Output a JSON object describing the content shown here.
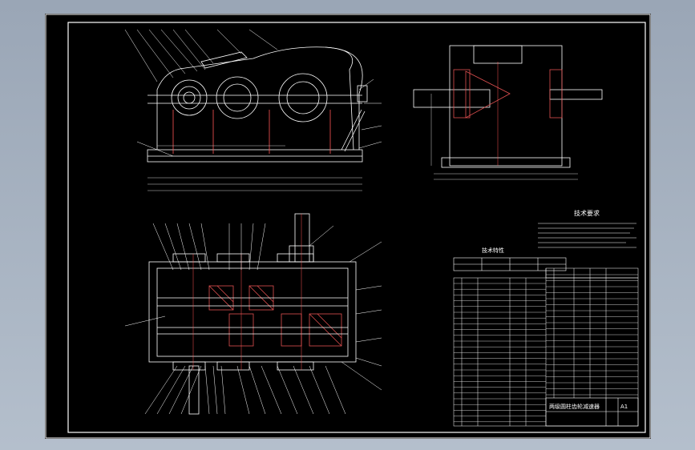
{
  "colors": {
    "background": "#a8b3c2",
    "sheet": "#000000",
    "line": "#ffffff",
    "hatch": "#e05050",
    "centerline": "#ff5555",
    "accent": "#ffff66"
  },
  "sheet_labels": {
    "tech_requirements_title": "技术要求",
    "tech_characteristics_title": "技术特性",
    "title_block": "两级圆柱齿轮减速器",
    "scale": "A1"
  }
}
